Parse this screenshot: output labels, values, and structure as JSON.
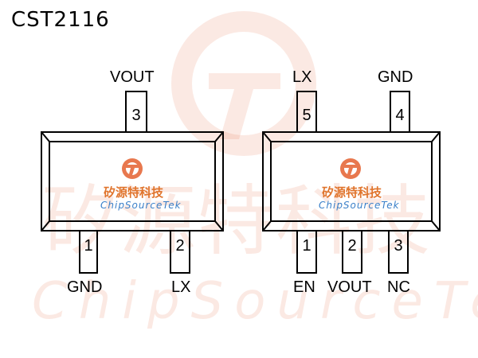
{
  "title": "CST2116",
  "watermark": {
    "cn_text": "矽源特科技",
    "en_text": "ChipSourceTek",
    "colors": {
      "logo_orange": "#e8784e",
      "text_blue": "#3a7fc8"
    }
  },
  "packages": [
    {
      "id": "left",
      "brand_cn": "矽源特科技",
      "brand_en": "ChipSourceTek",
      "pins": [
        {
          "number": "3",
          "name": "VOUT",
          "side": "top"
        },
        {
          "number": "1",
          "name": "GND",
          "side": "bottom"
        },
        {
          "number": "2",
          "name": "LX",
          "side": "bottom"
        }
      ]
    },
    {
      "id": "right",
      "brand_cn": "矽源特科技",
      "brand_en": "ChipSourceTek",
      "pins": [
        {
          "number": "5",
          "name": "LX",
          "side": "top"
        },
        {
          "number": "4",
          "name": "GND",
          "side": "top"
        },
        {
          "number": "1",
          "name": "EN",
          "side": "bottom"
        },
        {
          "number": "2",
          "name": "VOUT",
          "side": "bottom"
        },
        {
          "number": "3",
          "name": "NC",
          "side": "bottom"
        }
      ]
    }
  ]
}
